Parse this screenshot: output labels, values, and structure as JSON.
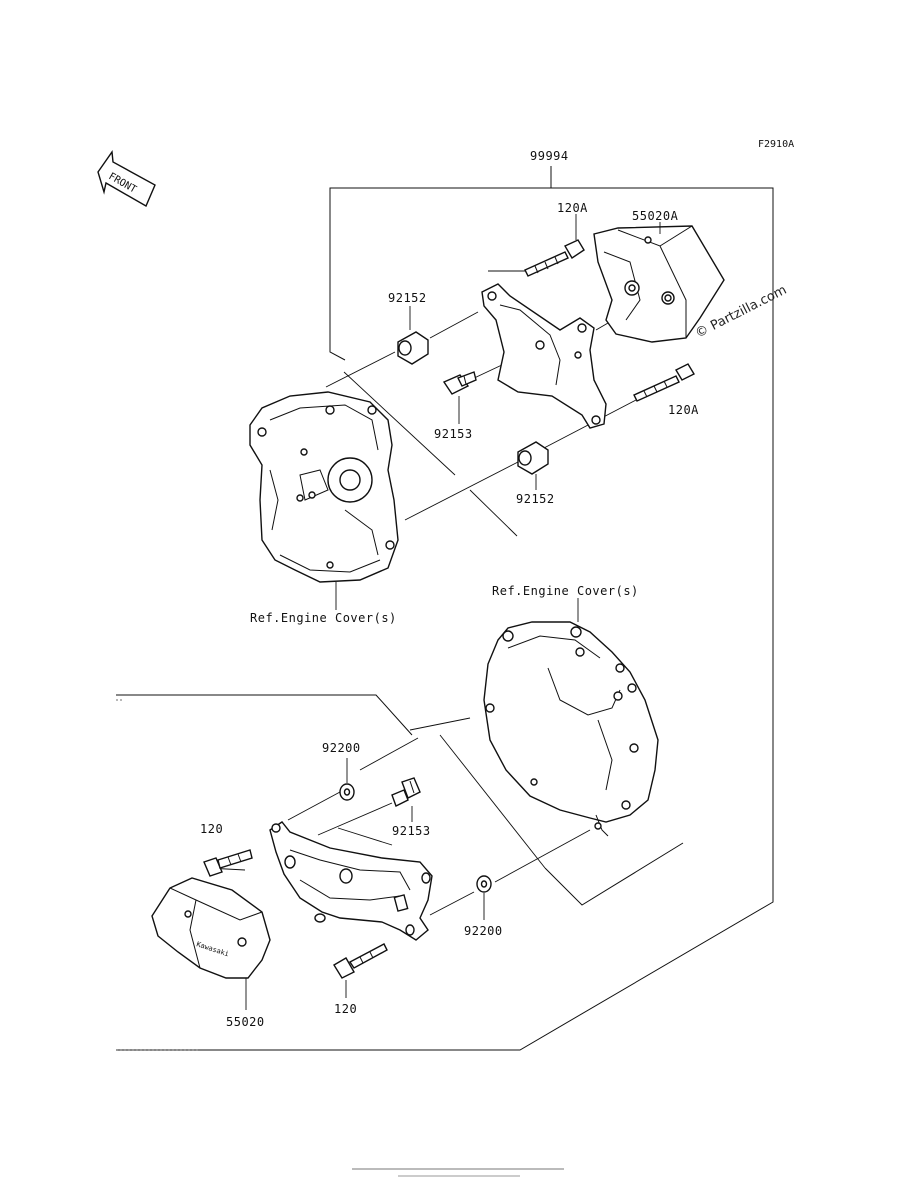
{
  "figure_code": "F2910A",
  "front_indicator": "FRONT",
  "watermark": "© Partzilla.com",
  "labels": {
    "assembly": "99994",
    "bolt_120a_top": "120A",
    "slider_55020a": "55020A",
    "collar_92152_top": "92152",
    "bolt_92153_top": "92153",
    "bolt_120a_right": "120A",
    "collar_92152_bottom": "92152",
    "ref_engine_cover_left": "Ref.Engine Cover(s)",
    "ref_engine_cover_right": "Ref.Engine Cover(s)",
    "washer_92200_top": "92200",
    "bolt_92153_bottom": "92153",
    "bolt_120_left": "120",
    "washer_92200_right": "92200",
    "bolt_120_bottom": "120",
    "slider_55020": "55020"
  },
  "colors": {
    "ink": "#111111",
    "paper": "#ffffff"
  }
}
